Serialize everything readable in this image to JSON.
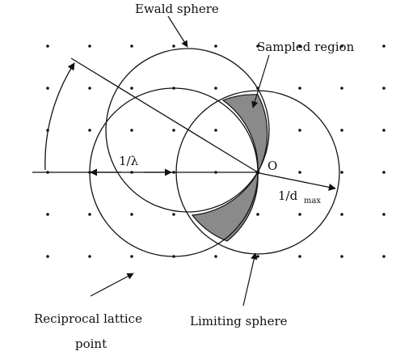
{
  "labels": {
    "ewald_sphere": "Ewald sphere",
    "sampled_region": "Sampled region",
    "origin": "O",
    "inverse_lambda": "1/λ",
    "inverse_dmax": "1/d",
    "dmax_subscript": "max",
    "reciprocal_lattice_line1": "Reciprocal lattice",
    "reciprocal_lattice_line2": "point",
    "limiting_sphere": "Limiting sphere"
  },
  "colors": {
    "ink": "#111111",
    "sampled_fill": "#8a8a8a",
    "background": "#ffffff"
  }
}
